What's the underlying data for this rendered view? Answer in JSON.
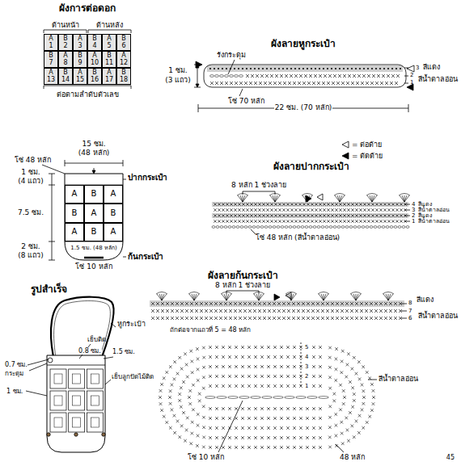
{
  "diagram": {
    "nodes": [
      {
        "text": [
          "A",
          "1"
        ]
      },
      {
        "text": [
          "B",
          "2"
        ]
      },
      {
        "text": [
          "A",
          "3"
        ]
      },
      {
        "text": [
          "B",
          "4"
        ]
      },
      {
        "text": [
          "A",
          "5"
        ]
      },
      {
        "text": [
          "B",
          "6"
        ]
      },
      {
        "text": [
          "B",
          "7"
        ]
      },
      {
        "text": [
          "A",
          "8"
        ]
      },
      {
        "text": [
          "B",
          "9"
        ]
      },
      {
        "text": [
          "A",
          "10"
        ]
      },
      {
        "text": [
          "B",
          "11"
        ]
      },
      {
        "text": [
          "A",
          "12"
        ]
      },
      {
        "text": [
          "A",
          "13"
        ]
      },
      {
        "text": [
          "B",
          "14"
        ]
      },
      {
        "text": [
          "A",
          "15"
        ]
      },
      {
        "text": [
          "B",
          "16"
        ]
      },
      {
        "text": [
          "A",
          "17"
        ]
      },
      {
        "text": [
          "B",
          "18"
        ]
      },
      {
        "text": [
          "A"
        ]
      },
      {
        "text": [
          "B"
        ]
      },
      {
        "text": [
          "A"
        ]
      },
      {
        "text": [
          "B"
        ]
      },
      {
        "text": [
          "A"
        ]
      },
      {
        "text": [
          "B"
        ]
      },
      {
        "text": [
          "A"
        ]
      },
      {
        "text": [
          "B"
        ]
      },
      {
        "text": [
          "A"
        ]
      }
    ],
    "labels": [
      "ผังการต่อดอก",
      "ด้านหน้า",
      "ด้านหลัง",
      "ต่อตามลำดับตัวเลข",
      "ผังลายหูกระเป๋า",
      "รังกระดุม",
      "1 ซม.",
      "(3 แถว)",
      "3",
      "2",
      "1",
      "สีแดง",
      "สีน้ำตาลอ่อน",
      "โซ่ 70 หลัก",
      "22 ซม. (70 หลัก)",
      "15 ซม.",
      "(48 หลัก)",
      "โซ่ 48 หลัก",
      "ปากกระเป๋า",
      "1 ซม.",
      "(4 แถว)",
      "7.5 ซม.",
      "2 ซม.",
      "(8 แถว)",
      "1.5 ซม. (48 หลัก)",
      "ก้นกระเป๋า",
      "โซ่ 10 หลัก",
      "รูปสำเร็จ",
      "หูกระเป๋า",
      "เย็บติด",
      "0.8 ซม.",
      "1.5 ซม.",
      "0.7 ซม.",
      "กระดุม",
      "1 ซม.",
      "เย็บลูกปัดไม้ติด",
      "ผังลายปากกระเป๋า",
      "8 หลัก 1 ช่วงลาย",
      "4",
      "สีแดง",
      "3",
      "สีน้ำตาลอ่อน",
      "2",
      "สีแดง",
      "1",
      "สีน้ำตาลอ่อน",
      "โซ่ 48 หลัก (สีน้ำตาลอ่อน)",
      "ผังลายก้นกระเป๋า",
      "8 หลัก 1 ช่วงลาย",
      "8",
      "สีแดง",
      "7",
      "6",
      "สีน้ำตาลอ่อน",
      "ถักต่อจากแถวที่ 5 = 48 หลัก",
      "5",
      "4",
      "3",
      "2",
      "1",
      "สีน้ำตาลอ่อน",
      "48 หลัก",
      "โซ่ 10 หลัก",
      "45"
    ],
    "legend": [
      {
        "text": "= ต่อด้าย"
      },
      {
        "text": "= ตัดด้าย"
      }
    ]
  }
}
